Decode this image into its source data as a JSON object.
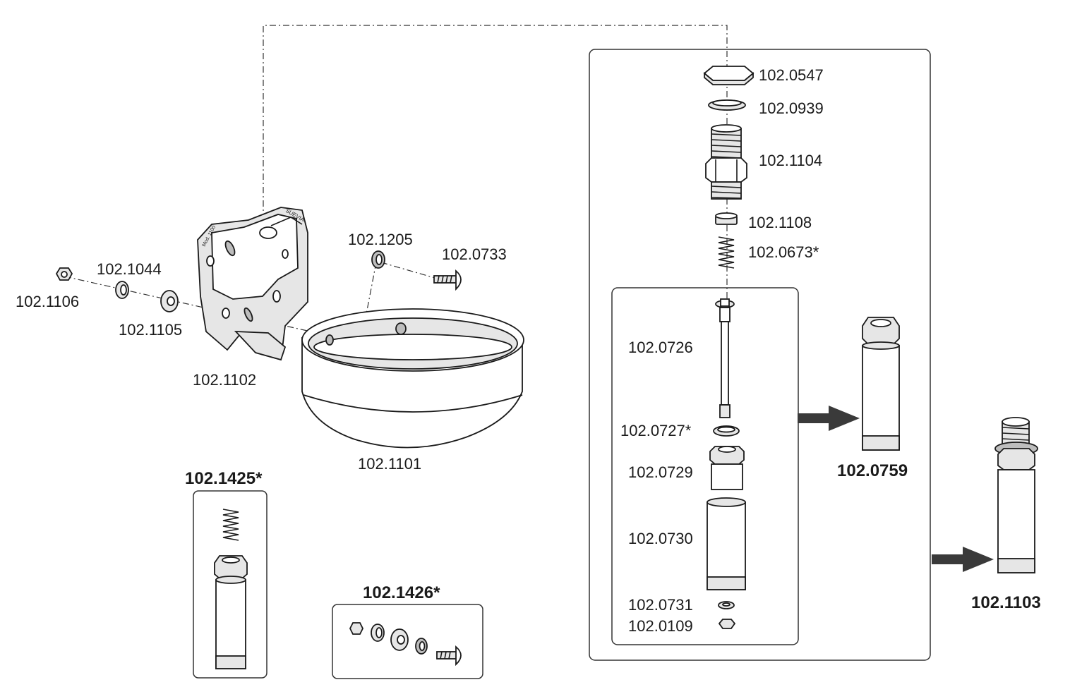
{
  "parts": {
    "p0547": "102.0547",
    "p0939": "102.0939",
    "p1104": "102.1104",
    "p1108": "102.1108",
    "p0673": "102.0673*",
    "p0726": "102.0726",
    "p0727": "102.0727*",
    "p0729": "102.0729",
    "p0730": "102.0730",
    "p0731": "102.0731",
    "p0109": "102.0109",
    "p0759": "102.0759",
    "p1103": "102.1103",
    "p1205": "102.1205",
    "p0733": "102.0733",
    "p1044": "102.1044",
    "p1106": "102.1106",
    "p1105": "102.1105",
    "p1102": "102.1102",
    "p1101": "102.1101",
    "p1425": "102.1425*",
    "p1426": "102.1426*"
  },
  "bracket_text": {
    "brand": "SUEVIA",
    "model": "Mod. 1100"
  }
}
